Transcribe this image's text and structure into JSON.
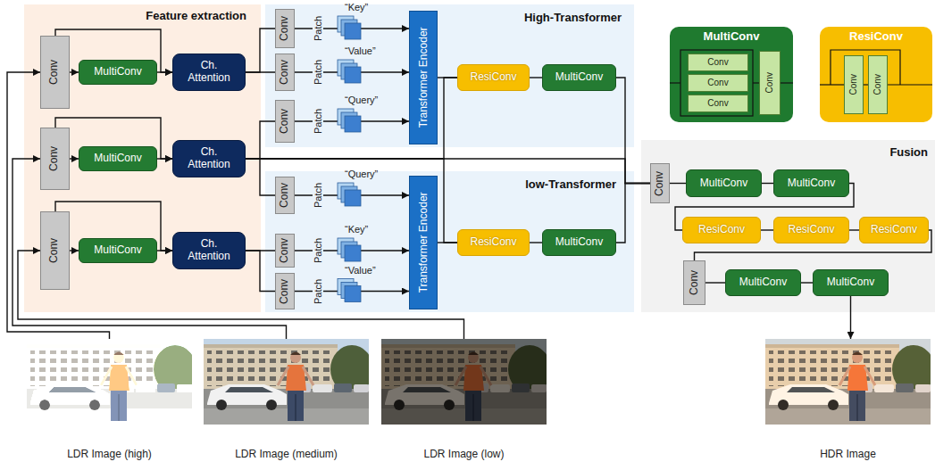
{
  "diagram": {
    "nodes": [
      {
        "text": [
          "Feature extraction"
        ]
      },
      {
        "text": [
          "Conv"
        ],
        "in": 0
      },
      {
        "text": [
          "MultiConv"
        ],
        "in": 0
      },
      {
        "text": [
          "Ch. Attention"
        ],
        "in": 0
      },
      {
        "text": [
          "Conv"
        ],
        "in": 0
      },
      {
        "text": [
          "MultiConv"
        ],
        "in": 0
      },
      {
        "text": [
          "Ch. Attention"
        ],
        "in": 0
      },
      {
        "text": [
          "Conv"
        ],
        "in": 0
      },
      {
        "text": [
          "MultiConv"
        ],
        "in": 0
      },
      {
        "text": [
          "Ch. Attention"
        ],
        "in": 0
      },
      {
        "text": [
          "High-Transformer"
        ]
      },
      {
        "text": [
          "Conv"
        ],
        "in": 10
      },
      {
        "text": [
          "Conv"
        ],
        "in": 10
      },
      {
        "text": [
          "Conv"
        ],
        "in": 10
      },
      {
        "text": [
          "Transformer Encoder"
        ],
        "in": 10
      },
      {
        "text": [
          "ResiConv"
        ],
        "in": 10
      },
      {
        "text": [
          "MultiConv"
        ],
        "in": 10
      },
      {
        "text": [
          "MultiConv"
        ]
      },
      {
        "text": [
          "Conv"
        ],
        "in": 17
      },
      {
        "text": [
          "Conv"
        ],
        "in": 17
      },
      {
        "text": [
          "Conv"
        ],
        "in": 17
      },
      {
        "text": [
          "Conv"
        ],
        "in": 17
      },
      {
        "text": [
          "ResiConv"
        ]
      },
      {
        "text": [
          "Conv"
        ],
        "in": 22
      },
      {
        "text": [
          "Conv"
        ],
        "in": 22
      },
      {
        "text": [
          "low-Transformer"
        ]
      },
      {
        "text": [
          "Conv"
        ],
        "in": 25
      },
      {
        "text": [
          "Conv"
        ],
        "in": 25
      },
      {
        "text": [
          "Conv"
        ],
        "in": 25
      },
      {
        "text": [
          "Transformer Encoder"
        ],
        "in": 25
      },
      {
        "text": [
          "ResiConv"
        ],
        "in": 25
      },
      {
        "text": [
          "MultiConv"
        ],
        "in": 25
      },
      {
        "text": [
          "Fusion"
        ]
      },
      {
        "text": [
          "Conv"
        ],
        "in": 32
      },
      {
        "text": [
          "MultiConv"
        ],
        "in": 32
      },
      {
        "text": [
          "MultiConv"
        ],
        "in": 32
      },
      {
        "text": [
          "ResiConv"
        ],
        "in": 32
      },
      {
        "text": [
          "ResiConv"
        ],
        "in": 32
      },
      {
        "text": [
          "ResiConv"
        ],
        "in": 32
      },
      {
        "text": [
          "Conv"
        ],
        "in": 32
      },
      {
        "text": [
          "MultiConv"
        ],
        "in": 32
      },
      {
        "text": [
          "MultiConv"
        ],
        "in": 32
      },
      {
        "text": [
          "LDR Image (high)"
        ]
      },
      {
        "text": [
          "LDR Image (medium)"
        ]
      },
      {
        "text": [
          "LDR Image (low)"
        ]
      },
      {
        "text": [
          "HDR Image"
        ]
      }
    ],
    "edges": [
      {
        "from": 42,
        "to": 1,
        "arrow": "to"
      },
      {
        "from": 43,
        "to": 4,
        "arrow": "to"
      },
      {
        "from": 44,
        "to": 7,
        "arrow": "to"
      },
      {
        "from": 1,
        "to": 2,
        "arrow": "to"
      },
      {
        "from": 1,
        "to": 3,
        "arrow": "to"
      },
      {
        "from": 2,
        "to": 3,
        "arrow": "to"
      },
      {
        "from": 4,
        "to": 5,
        "arrow": "to"
      },
      {
        "from": 4,
        "to": 6,
        "arrow": "to"
      },
      {
        "from": 5,
        "to": 6,
        "arrow": "to"
      },
      {
        "from": 7,
        "to": 8,
        "arrow": "to"
      },
      {
        "from": 7,
        "to": 9,
        "arrow": "to"
      },
      {
        "from": 8,
        "to": 9,
        "arrow": "to"
      },
      {
        "from": 3,
        "to": 11,
        "arrow": "none"
      },
      {
        "from": 3,
        "to": 12,
        "arrow": "none"
      },
      {
        "from": 6,
        "to": 13,
        "arrow": "none"
      },
      {
        "from": 6,
        "to": 26,
        "arrow": "none"
      },
      {
        "from": 9,
        "to": 27,
        "arrow": "none"
      },
      {
        "from": 9,
        "to": 28,
        "arrow": "none"
      },
      {
        "from": 11,
        "to": 14,
        "arrow": "to"
      },
      {
        "from": 12,
        "to": 14,
        "arrow": "to"
      },
      {
        "from": 13,
        "to": 14,
        "arrow": "to"
      },
      {
        "from": 26,
        "to": 29,
        "arrow": "to"
      },
      {
        "from": 27,
        "to": 29,
        "arrow": "to"
      },
      {
        "from": 28,
        "to": 29,
        "arrow": "to"
      },
      {
        "from": 14,
        "to": 15,
        "arrow": "none"
      },
      {
        "from": 15,
        "to": 16,
        "arrow": "none"
      },
      {
        "from": 29,
        "to": 30,
        "arrow": "none"
      },
      {
        "from": 30,
        "to": 31,
        "arrow": "none"
      },
      {
        "from": 6,
        "to": 15,
        "arrow": "none"
      },
      {
        "from": 6,
        "to": 30,
        "arrow": "none"
      },
      {
        "from": 6,
        "to": 33,
        "arrow": "none"
      },
      {
        "from": 16,
        "to": 33,
        "arrow": "none"
      },
      {
        "from": 31,
        "to": 33,
        "arrow": "none"
      },
      {
        "from": 33,
        "to": 34,
        "arrow": "none"
      },
      {
        "from": 34,
        "to": 35,
        "arrow": "none"
      },
      {
        "from": 35,
        "to": 36,
        "arrow": "none"
      },
      {
        "from": 36,
        "to": 37,
        "arrow": "none"
      },
      {
        "from": 37,
        "to": 38,
        "arrow": "none"
      },
      {
        "from": 38,
        "to": 39,
        "arrow": "none"
      },
      {
        "from": 39,
        "to": 40,
        "arrow": "none"
      },
      {
        "from": 40,
        "to": 41,
        "arrow": "none"
      },
      {
        "from": 41,
        "to": 45,
        "arrow": "to"
      }
    ],
    "labels": [
      "Patch",
      "“Key”",
      "Patch",
      "“Value”",
      "Patch",
      "“Query”",
      "Patch",
      "“Query”",
      "Patch",
      "“Key”",
      "Patch",
      "“Value”"
    ]
  }
}
